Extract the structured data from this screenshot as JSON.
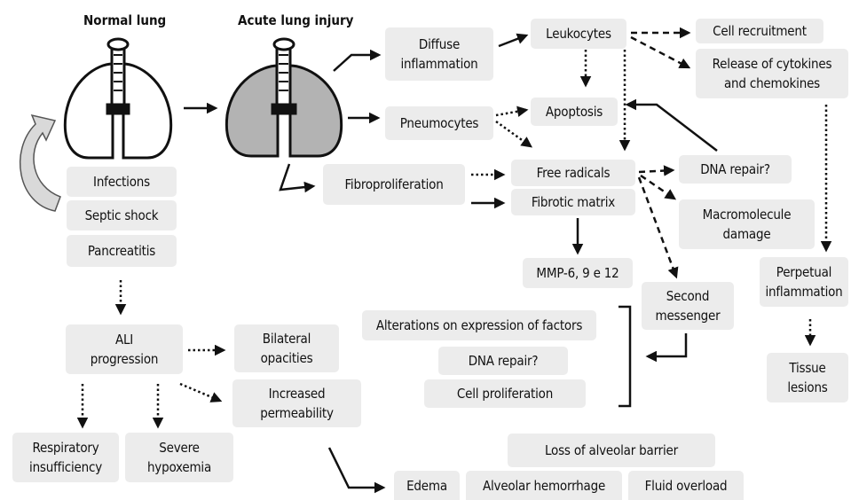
{
  "titles": {
    "normal": "Normal lung",
    "acute": "Acute lung injury"
  },
  "causes": {
    "infections": "Infections",
    "septic": "Septic shock",
    "pancreatitis": "Pancreatitis"
  },
  "pathways": {
    "diffuse": [
      "Diffuse",
      "inflammation"
    ],
    "pneumocytes": "Pneumocytes",
    "fibro": "Fibroproliferation",
    "leukocytes": "Leukocytes",
    "apoptosis": "Apoptosis",
    "free_radicals": "Free radicals",
    "fibrotic": "Fibrotic matrix",
    "mmp": "MMP-6, 9 e 12",
    "cell_recruitment": "Cell recruitment",
    "cytokines": [
      "Release of cytokines",
      "and chemokines"
    ],
    "dna_repair": "DNA repair?",
    "macromolecule": [
      "Macromolecule",
      "damage"
    ],
    "second_messenger": [
      "Second",
      "messenger"
    ],
    "perpetual": [
      "Perpetual",
      "inflammation"
    ],
    "tissue": [
      "Tissue",
      "lesions"
    ]
  },
  "factors": {
    "alterations": "Alterations on expression of factors",
    "dna_repair": "DNA repair?",
    "cell_prolif": "Cell proliferation"
  },
  "progression": {
    "ali": [
      "ALI",
      "progression"
    ],
    "bilateral": [
      "Bilateral",
      "opacities"
    ],
    "permeability": [
      "Increased",
      "permeability"
    ],
    "respiratory": [
      "Respiratory",
      "insufficiency"
    ],
    "hypoxemia": [
      "Severe",
      "hypoxemia"
    ]
  },
  "outcomes": {
    "loss": "Loss of alveolar barrier",
    "edema": "Edema",
    "hemorrhage": "Alveolar hemorrhage",
    "overload": "Fluid overload"
  },
  "colors": {
    "box": "#ececec",
    "lung_injured": "#b3b3b3",
    "arrow": "#111111"
  }
}
